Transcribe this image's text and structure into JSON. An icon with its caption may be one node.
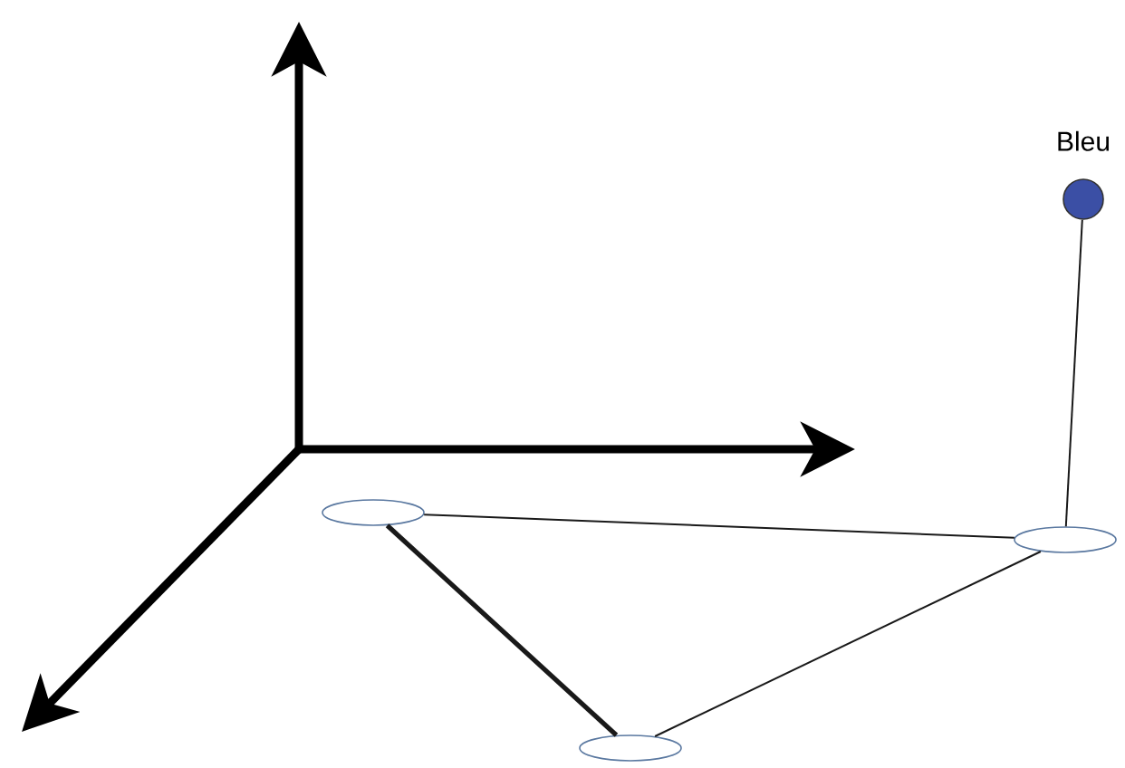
{
  "diagram": {
    "nodes": [
      {
        "text": [],
        "shape": "circle",
        "beside": [
          "Bleu"
        ]
      },
      {
        "text": [],
        "shape": "ellipse"
      },
      {
        "text": [],
        "shape": "ellipse"
      },
      {
        "text": [],
        "shape": "ellipse"
      }
    ],
    "edges": [
      {
        "from": 0,
        "to": 2,
        "arrow": "none"
      },
      {
        "from": 1,
        "to": 2,
        "arrow": "none"
      },
      {
        "from": 1,
        "to": 3,
        "arrow": "none",
        "style": "thick"
      },
      {
        "from": 3,
        "to": 2,
        "arrow": "none"
      }
    ]
  }
}
